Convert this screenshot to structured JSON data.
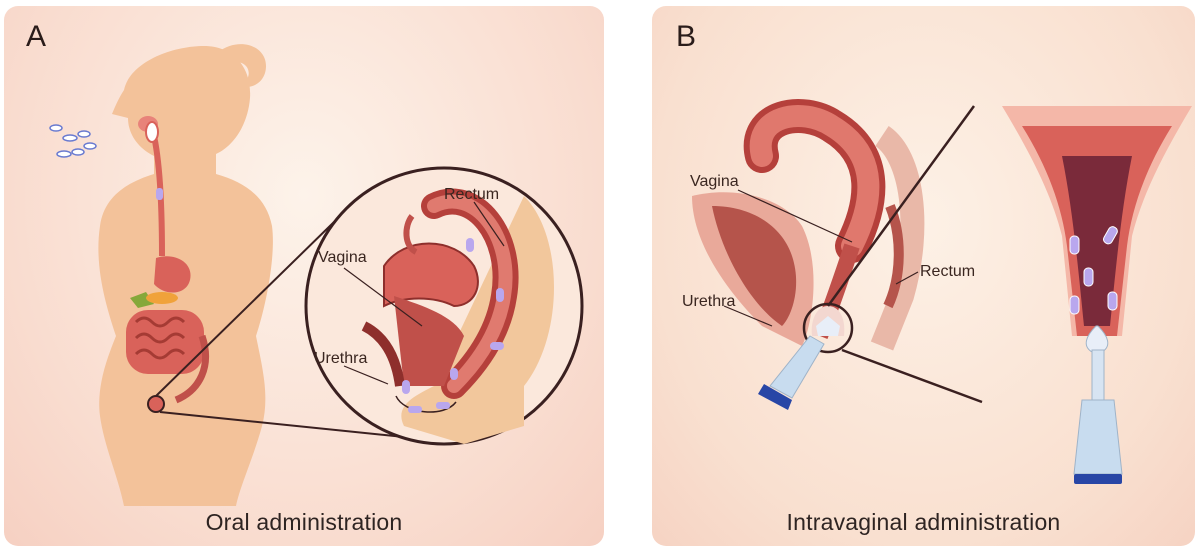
{
  "panels": {
    "a": {
      "letter": "A",
      "caption": "Oral administration",
      "labels": {
        "rectum": "Rectum",
        "vagina": "Vagina",
        "urethra": "Urethra"
      }
    },
    "b": {
      "letter": "B",
      "caption": "Intravaginal administration",
      "labels": {
        "vagina": "Vagina",
        "urethra": "Urethra",
        "rectum": "Rectum"
      }
    }
  },
  "colors": {
    "silhouette": "#f3c29a",
    "tissue": "#d9625a",
    "tissue_dark": "#8e2f2c",
    "capsule": "#b9a7ee",
    "applicator": "#c8dcef",
    "applicator_cap": "#2846a6"
  }
}
